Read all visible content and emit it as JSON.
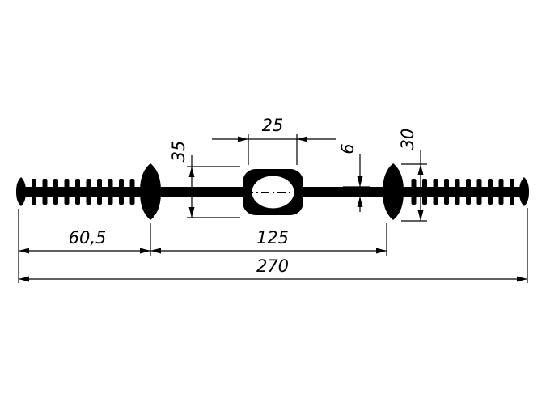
{
  "drawing": {
    "background": "#ffffff",
    "ink": "#000000",
    "dims": {
      "top_width": "25",
      "block_height": "35",
      "web_thickness": "6",
      "rib_height": "30",
      "left_offset": "60,5",
      "inner_span": "125",
      "overall_width": "270"
    }
  }
}
